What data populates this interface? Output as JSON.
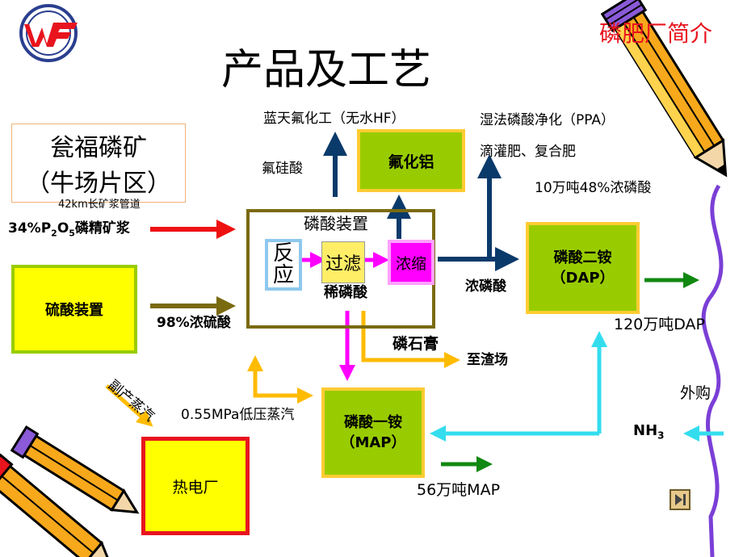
{
  "header": {
    "title": "产品及工艺",
    "section_label": "磷肥厂简介"
  },
  "mine_box": {
    "line1": "瓮福磷矿",
    "line2": "（牛场片区）"
  },
  "inputs": {
    "pipeline": "42km长矿浆管道",
    "slurry_lead": "34%P",
    "slurry_sub1": "2",
    "slurry_mid": "O",
    "slurry_sub2": "5",
    "slurry_tail": "磷精矿浆",
    "sulfuric_acid": "98%浓硫酸",
    "steam": "0.55MPa低压蒸汽",
    "byproduct_steam": "副产蒸汽",
    "purchased": "外购",
    "nh3_main": "NH",
    "nh3_sub": "3"
  },
  "boxes": {
    "sulfuric_plant": "硫酸装置",
    "phosphoric_plant": "磷酸装置",
    "reaction_1": "反",
    "reaction_2": "应",
    "filtration": "过滤",
    "concentration": "浓缩",
    "aluminum_fluoride": "氟化铝",
    "dap_line1": "磷酸二铵",
    "dap_line2": "（DAP）",
    "map_line1": "磷酸一铵",
    "map_line2": "（MAP）",
    "power_plant": "热电厂"
  },
  "labels": {
    "fluorosilicic": "氟硅酸",
    "lantian": "蓝天氟化工（无水HF）",
    "wet_process": "湿法磷酸净化（PPA）",
    "drip_fert": "滴灌肥、复合肥",
    "acid_output": "10万吨48%浓磷酸",
    "dilute_acid": "稀磷酸",
    "conc_acid": "浓磷酸",
    "gypsum": "磷石膏",
    "to_slag": "至渣场",
    "dap_output": "120万吨DAP",
    "map_output": "56万吨MAP"
  },
  "colors": {
    "brand_red": "#e8141e",
    "brand_blue": "#2a3f8f",
    "green_box": "#99cc00",
    "yellow_box": "#ffff00",
    "navy_arrow": "#0a3a6a",
    "red_arrow": "#ee1111",
    "olive_arrow": "#7a6a10",
    "magenta": "#ff00ff",
    "orange_arrow": "#ffbb00",
    "green_arrow": "#118811",
    "cyan_arrow": "#33ddee",
    "purple_wave": "#7b3fd6"
  },
  "icons": {
    "logo": "wf-logo",
    "pencil_top": "pencil-icon",
    "pencils_bottom": "crossed-pencils-icon",
    "next": "next-slide-icon"
  }
}
